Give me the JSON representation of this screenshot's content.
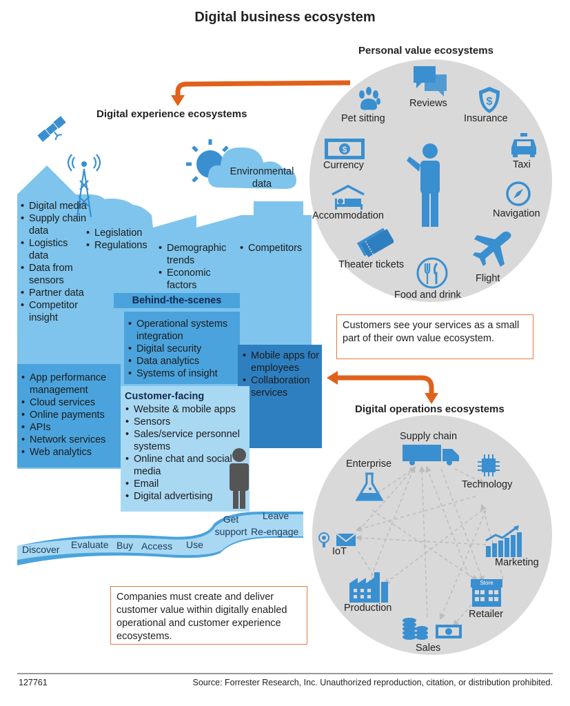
{
  "title": "Digital business ecosystem",
  "colors": {
    "light_blue": "#7ec4ec",
    "mid_blue": "#4aa3dc",
    "dark_blue": "#2e7fc0",
    "orange": "#e0611a",
    "grey_circle": "#d9d9d9"
  },
  "personal": {
    "heading": "Personal value ecosystems",
    "items": [
      {
        "label": "Pet sitting",
        "icon": "paw-icon"
      },
      {
        "label": "Reviews",
        "icon": "chat-icon"
      },
      {
        "label": "Insurance",
        "icon": "shield-dollar-icon"
      },
      {
        "label": "Currency",
        "icon": "banknote-icon"
      },
      {
        "label": "Taxi",
        "icon": "taxi-icon"
      },
      {
        "label": "Navigation",
        "icon": "compass-icon"
      },
      {
        "label": "Accommodation",
        "icon": "bed-icon"
      },
      {
        "label": "Theater tickets",
        "icon": "ticket-icon"
      },
      {
        "label": "Food and drink",
        "icon": "cutlery-icon"
      },
      {
        "label": "Flight",
        "icon": "airplane-icon"
      }
    ],
    "note": "Customers see your services as a small part of their own value ecosystem."
  },
  "experience": {
    "heading": "Digital experience ecosystems",
    "env_data": "Environmental data",
    "col1": [
      "Digital media",
      "Supply chain data",
      "Logistics data",
      "Data from sensors",
      "Partner data",
      "Competitor insight"
    ],
    "col2": [
      "Legislation",
      "Regulations"
    ],
    "col3": [
      "Demographic trends",
      "Economic factors"
    ],
    "col4": [
      "Competitors"
    ],
    "behind_heading": "Behind-the-scenes",
    "behind_items": [
      "Operational systems integration",
      "Digital security",
      "Data analytics",
      "Systems of insight"
    ],
    "right_items": [
      "Mobile apps for employees",
      "Collaboration services"
    ],
    "left_items": [
      "App performance management",
      "Cloud services",
      "Online payments",
      "APIs",
      "Network services",
      "Web analytics"
    ],
    "customer_heading": "Customer-facing",
    "customer_items": [
      "Website & mobile apps",
      "Sensors",
      "Sales/service personnel systems",
      "Online chat and social media",
      "Email",
      "Digital advertising"
    ]
  },
  "journey": [
    "Discover",
    "Evaluate",
    "Buy",
    "Access",
    "Use",
    "Get support",
    "Leave",
    "Re-engage"
  ],
  "operations": {
    "heading": "Digital operations ecosystems",
    "nodes": [
      {
        "label": "Supply chain",
        "icon": "truck-icon"
      },
      {
        "label": "Enterprise",
        "icon": "flask-icon"
      },
      {
        "label": "Technology",
        "icon": "chip-icon"
      },
      {
        "label": "IoT",
        "icon": "iot-icon"
      },
      {
        "label": "Marketing",
        "icon": "bar-chart-icon"
      },
      {
        "label": "Production",
        "icon": "factory-icon"
      },
      {
        "label": "Retailer",
        "icon": "store-icon"
      },
      {
        "label": "Sales",
        "icon": "coins-icon"
      }
    ],
    "store_sign": "Store"
  },
  "companies_note": "Companies must create and deliver customer value within digitally enabled operational and customer experience ecosystems.",
  "footer": {
    "id": "127761",
    "source": "Source: Forrester Research, Inc. Unauthorized reproduction, citation, or distribution prohibited."
  }
}
